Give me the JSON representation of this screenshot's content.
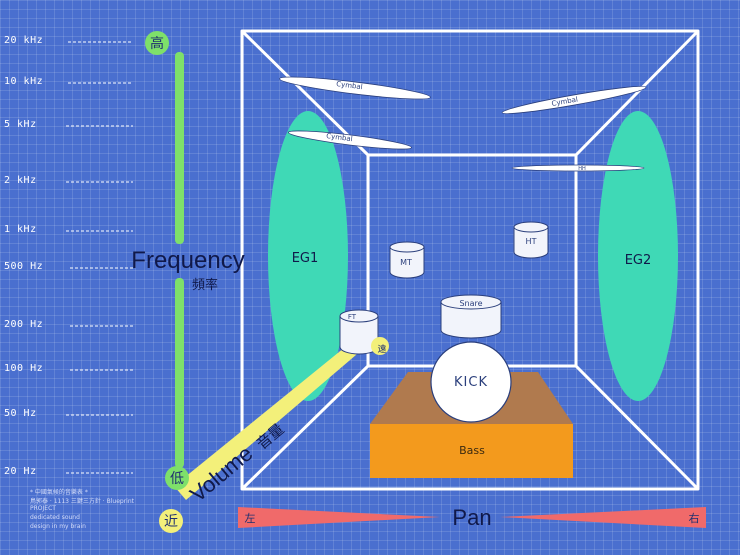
{
  "frequency_scale": {
    "labels": [
      "20 kHz",
      "10 kHz",
      "5 kHz",
      "2 kHz",
      "1 kHz",
      "500 Hz",
      "200 Hz",
      "100 Hz",
      "50 Hz",
      "20 Hz"
    ],
    "high_glyph": "高",
    "low_glyph": "低",
    "title": "Frequency",
    "title_cn": "頻率"
  },
  "instruments": {
    "eg1": "EG1",
    "eg2": "EG2",
    "cymbal_left_top": "Cymbal",
    "cymbal_left_mid": "Cymbal",
    "cymbal_right": "Cymbal",
    "hh": "HH",
    "mt": "MT",
    "ht": "HT",
    "ft": "FT",
    "snare": "Snare",
    "kick": "KICK",
    "bass": "Bass"
  },
  "volume": {
    "title": "Volume",
    "title_cn": "音量",
    "near_glyph": "近",
    "far_glyph": "遠"
  },
  "pan": {
    "title": "Pan",
    "left_glyph": "左",
    "right_glyph": "右"
  },
  "notes": [
    "* 中國氣候的音樂表 *",
    "鳥郭泰 · 1113 三鍵三方針 · Blueprint",
    "PROJECT",
    "dedicated sound",
    "design in my brain"
  ],
  "colors": {
    "background": "#4a6fcf",
    "frequency_bar": "#7ee06a",
    "guitar": "#3fd9b6",
    "volume": "#f3f07a",
    "bass_front": "#f39a1d",
    "bass_top": "#b07a4e",
    "pan_red": "#f06a6a"
  }
}
